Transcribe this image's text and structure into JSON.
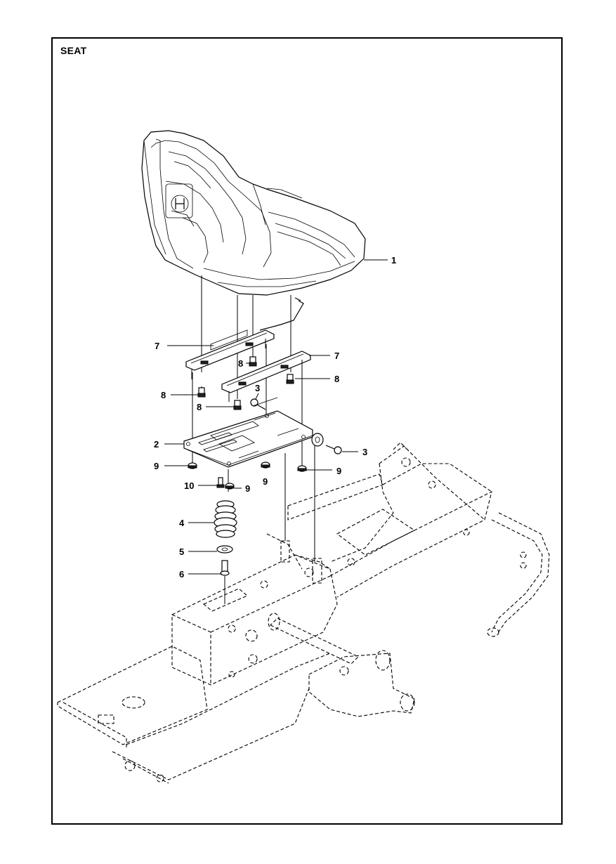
{
  "page": {
    "title": "SEAT"
  },
  "callouts": [
    {
      "id": "c1",
      "label": "1"
    },
    {
      "id": "c7a",
      "label": "7"
    },
    {
      "id": "c7b",
      "label": "7"
    },
    {
      "id": "c8a",
      "label": "8"
    },
    {
      "id": "c8b",
      "label": "8"
    },
    {
      "id": "c8c",
      "label": "8"
    },
    {
      "id": "c8d",
      "label": "8"
    },
    {
      "id": "c3a",
      "label": "3"
    },
    {
      "id": "c3b",
      "label": "3"
    },
    {
      "id": "c2",
      "label": "2"
    },
    {
      "id": "c9a",
      "label": "9"
    },
    {
      "id": "c9b",
      "label": "9"
    },
    {
      "id": "c9c",
      "label": "9"
    },
    {
      "id": "c9d",
      "label": "9"
    },
    {
      "id": "c10",
      "label": "10"
    },
    {
      "id": "c4",
      "label": "4"
    },
    {
      "id": "c5",
      "label": "5"
    },
    {
      "id": "c6",
      "label": "6"
    }
  ]
}
